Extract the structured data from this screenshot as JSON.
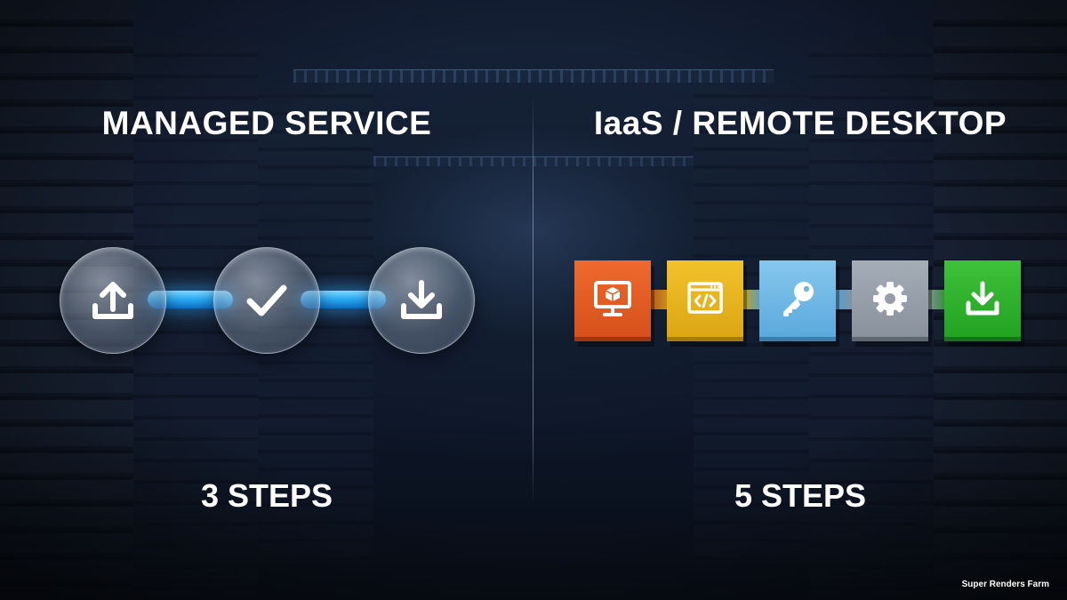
{
  "left_panel": {
    "title": "MANAGED SERVICE",
    "steps_label": "3 STEPS",
    "icons": [
      "upload-icon",
      "checkmark-icon",
      "download-icon"
    ],
    "connector_color": "#29a7f2"
  },
  "right_panel": {
    "title": "IaaS / REMOTE DESKTOP",
    "steps_label": "5 STEPS",
    "blocks": [
      {
        "icon": "remote-desktop-icon",
        "color": "#e05a22"
      },
      {
        "icon": "code-window-icon",
        "color": "#e6b21b"
      },
      {
        "icon": "key-icon",
        "color": "#6eb6e4"
      },
      {
        "icon": "gear-icon",
        "color": "#959ea8"
      },
      {
        "icon": "download-icon",
        "color": "#2fb22e"
      }
    ]
  },
  "watermark": "Super Renders Farm"
}
